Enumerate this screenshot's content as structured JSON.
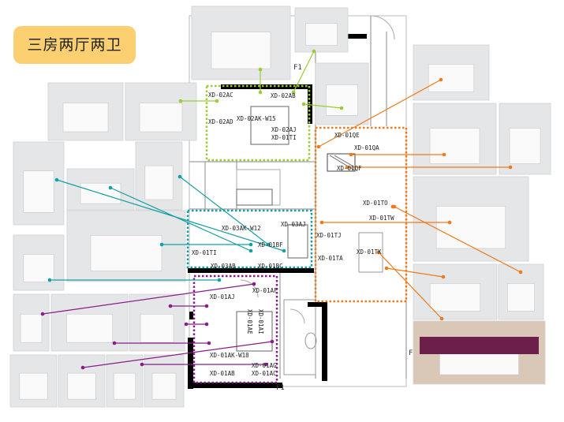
{
  "title": "三房两厅两卫",
  "colors": {
    "green": "#9acd32",
    "orange": "#f07a1a",
    "teal": "#14a0a0",
    "purple": "#8a1c8a",
    "wall": "#000000",
    "badge": "#fcd071"
  },
  "rooms": {
    "master_bedroom": {
      "color": "green",
      "codes": [
        "XD-02AC",
        "XD-02AB",
        "XD-02AD",
        "XD-02AK-W15",
        "XD-02AJ",
        "XD-01TI"
      ]
    },
    "living_dining": {
      "color": "orange",
      "codes": [
        "XD-01QE",
        "XD-01QA",
        "XD-01QF",
        "XD-01TO",
        "XD-01TW",
        "XD-01TJ",
        "XD-01TA",
        "XD-01TK"
      ]
    },
    "kids_room": {
      "color": "teal",
      "codes": [
        "XD-03AJ",
        "XD-03AK-W12",
        "XD-01BF",
        "XD-01TI",
        "XD-03AB",
        "XD-01BC"
      ]
    },
    "second_bedroom": {
      "color": "purple",
      "codes": [
        "XD-01AF",
        "XD-01AJ",
        "XD-01AE",
        "XD-01AI",
        "XD-01AK-W18",
        "XD-01AB",
        "XD-01AG",
        "XD-01AC"
      ]
    }
  },
  "floor_marks": [
    "F1",
    "F1",
    "F"
  ],
  "images": [
    {
      "name": "double-bed-photo",
      "color": "green"
    },
    {
      "name": "nightstand-lamp-photo",
      "color": "green"
    },
    {
      "name": "wardrobe-photo",
      "color": "green"
    },
    {
      "name": "bench-photo",
      "color": "green"
    },
    {
      "name": "desk-photo",
      "color": "green"
    },
    {
      "name": "glass-cabinet-photo",
      "color": "orange"
    },
    {
      "name": "dining-table-photo",
      "color": "orange"
    },
    {
      "name": "dining-chair-photo",
      "color": "orange"
    },
    {
      "name": "tv-unit-photo",
      "color": "orange"
    },
    {
      "name": "coffee-table-photo",
      "color": "orange"
    },
    {
      "name": "side-table-photo",
      "color": "orange"
    },
    {
      "name": "living-room-scene-photo",
      "color": "orange"
    },
    {
      "name": "bookshelf-desk-photo",
      "color": "teal"
    },
    {
      "name": "wall-cabinet-photo",
      "color": "teal"
    },
    {
      "name": "tall-wardrobe-photo",
      "color": "teal"
    },
    {
      "name": "kids-bed-photo",
      "color": "teal"
    },
    {
      "name": "small-wardrobe-photo",
      "color": "teal"
    },
    {
      "name": "display-cabinet-photo",
      "color": "purple"
    },
    {
      "name": "upholstered-bed-photo",
      "color": "purple"
    },
    {
      "name": "nightstand-flowers-photo",
      "color": "purple"
    },
    {
      "name": "low-cabinet-photo",
      "color": "purple"
    },
    {
      "name": "drawer-chest-photo",
      "color": "purple"
    },
    {
      "name": "vanity-mirror-photo",
      "color": "purple"
    },
    {
      "name": "stool-photo",
      "color": "purple"
    }
  ]
}
